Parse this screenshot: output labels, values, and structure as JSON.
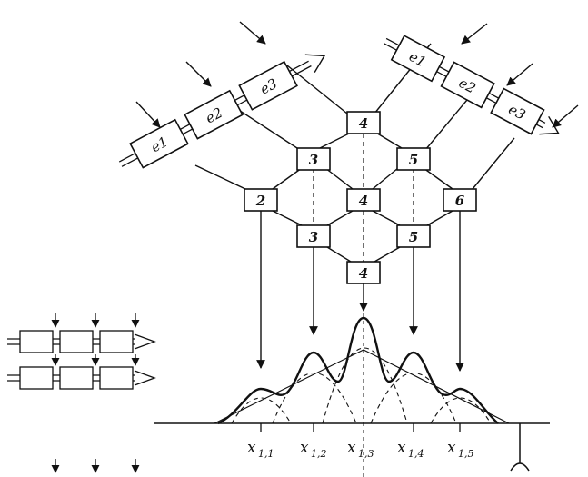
{
  "diagram": {
    "left_registers": [
      "e1",
      "e2",
      "e3"
    ],
    "right_registers": [
      "e1",
      "e2",
      "e3"
    ],
    "nodes": [
      {
        "id": "n4_top",
        "label": "4"
      },
      {
        "id": "n3_a",
        "label": "3"
      },
      {
        "id": "n5_a",
        "label": "5"
      },
      {
        "id": "n2",
        "label": "2"
      },
      {
        "id": "n4_mid",
        "label": "4"
      },
      {
        "id": "n6",
        "label": "6"
      },
      {
        "id": "n3_b",
        "label": "3"
      },
      {
        "id": "n5_b",
        "label": "5"
      },
      {
        "id": "n4_bot",
        "label": "4"
      }
    ],
    "axis_labels": [
      {
        "main": "x",
        "sub": "1,1"
      },
      {
        "main": "x",
        "sub": "1,2"
      },
      {
        "main": "x",
        "sub": "1,3"
      },
      {
        "main": "x",
        "sub": "1,4"
      },
      {
        "main": "x",
        "sub": "1,5"
      }
    ]
  }
}
